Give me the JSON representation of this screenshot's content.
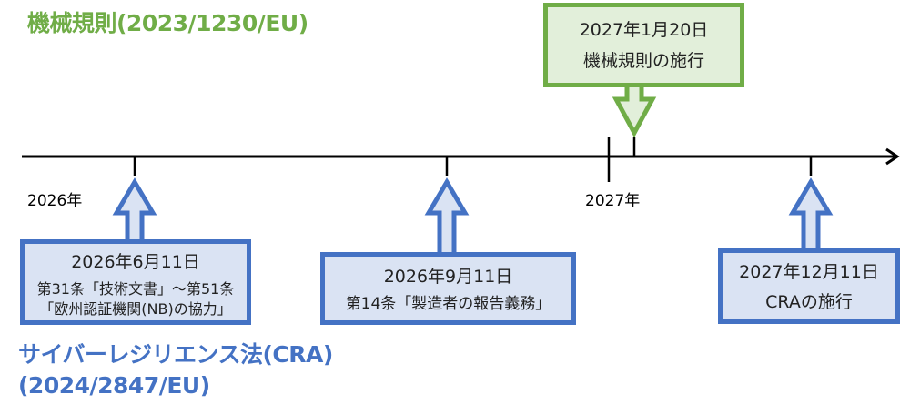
{
  "machinery_regulation": {
    "title": "機械規則(2023/1230/EU)",
    "color": "#70AD47",
    "event": {
      "date": "2027年1月20日",
      "description": "機械規則の施行"
    }
  },
  "cra": {
    "title_line1": "サイバーレジリエンス法(CRA)",
    "title_line2": "(2024/2847/EU)",
    "color": "#4472C4",
    "events": [
      {
        "date": "2026年6月11日",
        "description_line1": "第31条「技術文書」～第51条",
        "description_line2": "「欧州認証機関(NB)の協力」"
      },
      {
        "date": "2026年9月11日",
        "description_line1": "第14条「製造者の報告義務」"
      },
      {
        "date": "2027年12月11日",
        "description_line1": "CRAの施行"
      }
    ]
  },
  "timeline": {
    "year_labels": [
      "2026年",
      "2027年"
    ],
    "line_color": "#000000"
  }
}
